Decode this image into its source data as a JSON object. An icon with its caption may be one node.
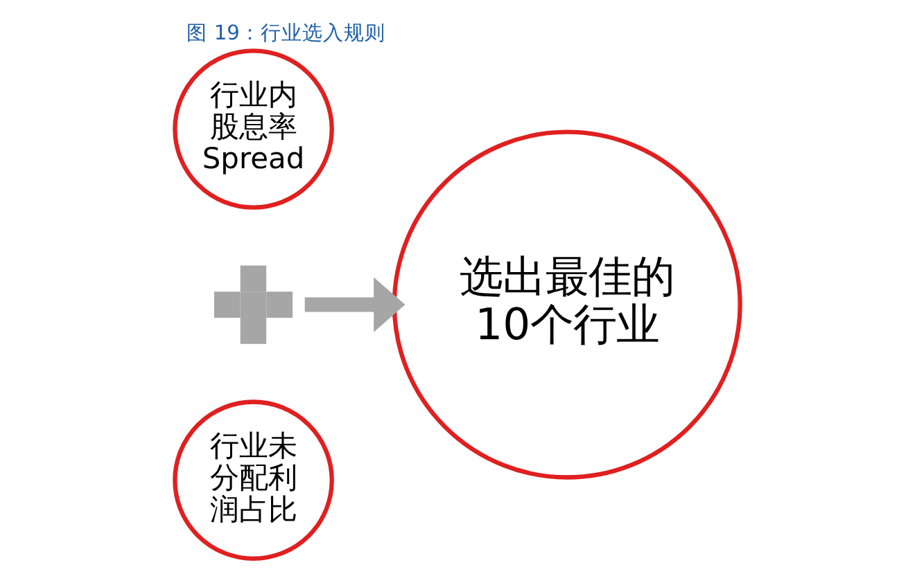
{
  "diagram": {
    "title": "图 19：行业选入规则",
    "nodes": [
      {
        "text": [
          "行业内股息率 Spread"
        ]
      },
      {
        "text": [],
        "shape": "plus"
      },
      {
        "text": [
          "行业未分配利润占比"
        ]
      },
      {
        "text": [
          "选出最佳的10个行业"
        ]
      }
    ],
    "edges": [
      {
        "from": 1,
        "to": 3,
        "arrow": "to",
        "color": "#a6a6a6"
      }
    ]
  }
}
